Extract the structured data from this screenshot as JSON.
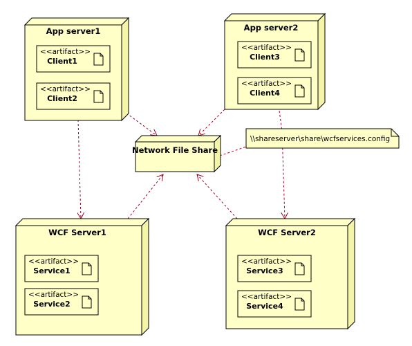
{
  "colors": {
    "node_fill": "#ffffc8",
    "node_side": "#f5f5a8",
    "stroke": "#000000",
    "dependency": "#a0001e"
  },
  "nodes": {
    "app1": {
      "title": "App server1",
      "artifacts": [
        {
          "stereotype": "<<artifact>>",
          "name": "Client1"
        },
        {
          "stereotype": "<<artifact>>",
          "name": "Client2"
        }
      ]
    },
    "app2": {
      "title": "App server2",
      "artifacts": [
        {
          "stereotype": "<<artifact>>",
          "name": "Client3"
        },
        {
          "stereotype": "<<artifact>>",
          "name": "Client4"
        }
      ]
    },
    "share": {
      "title": "Network File Share"
    },
    "wcf1": {
      "title": "WCF Server1",
      "artifacts": [
        {
          "stereotype": "<<artifact>>",
          "name": "Service1"
        },
        {
          "stereotype": "<<artifact>>",
          "name": "Service2"
        }
      ]
    },
    "wcf2": {
      "title": "WCF Server2",
      "artifacts": [
        {
          "stereotype": "<<artifact>>",
          "name": "Service3"
        },
        {
          "stereotype": "<<artifact>>",
          "name": "Service4"
        }
      ]
    }
  },
  "note": {
    "text": "\\\\shareserver\\share\\wcfservices.config"
  },
  "edges": [
    {
      "from": "App server1",
      "to": "Network File Share",
      "style": "dashed-arrow"
    },
    {
      "from": "App server2",
      "to": "Network File Share",
      "style": "dashed-arrow"
    },
    {
      "from": "WCF Server1",
      "to": "Network File Share",
      "style": "dashed-arrow"
    },
    {
      "from": "WCF Server2",
      "to": "Network File Share",
      "style": "dashed-arrow"
    },
    {
      "from": "App server1",
      "to": "WCF Server1",
      "style": "dashed-arrow"
    },
    {
      "from": "App server2",
      "to": "WCF Server2",
      "style": "dashed-arrow"
    },
    {
      "from": "note",
      "to": "Network File Share",
      "style": "dashed-line"
    }
  ]
}
